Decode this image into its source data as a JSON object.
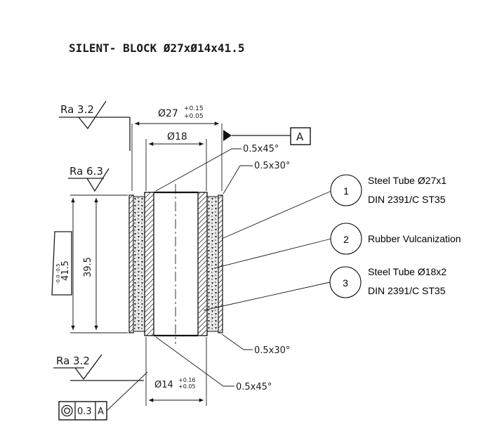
{
  "title": "SILENT- BLOCK Ø27xØ14x41.5",
  "roughness": {
    "top_left": "Ra 3.2",
    "mid_left": "Ra 6.3",
    "bottom_left": "Ra 3.2"
  },
  "dimensions": {
    "outer_diameter": "Ø27",
    "outer_tol_upper": "+0.15",
    "outer_tol_lower": "+0.05",
    "mid_diameter": "Ø18",
    "inner_diameter": "Ø14",
    "inner_tol_upper": "+0.16",
    "inner_tol_lower": "+0.05",
    "overall_length": "41.5",
    "length_tol": "-0.0 -0.5",
    "rubber_length": "39.5",
    "chamfer_top_inner": "0.5x45°",
    "chamfer_top_outer": "0.5x30°",
    "chamfer_bottom_outer": "0.5x30°",
    "chamfer_bottom_inner": "0.5x45°"
  },
  "datum": {
    "label": "A"
  },
  "tolerance_frame": {
    "symbol": "concentricity",
    "value": "0.3",
    "datum": "A"
  },
  "callouts": [
    {
      "number": "1",
      "line1": "Steel Tube Ø27x1",
      "line2": "DIN 2391/C ST35"
    },
    {
      "number": "2",
      "line1": "Rubber Vulcanization",
      "line2": ""
    },
    {
      "number": "3",
      "line1": "Steel Tube Ø18x2",
      "line2": "DIN 2391/C ST35"
    }
  ]
}
